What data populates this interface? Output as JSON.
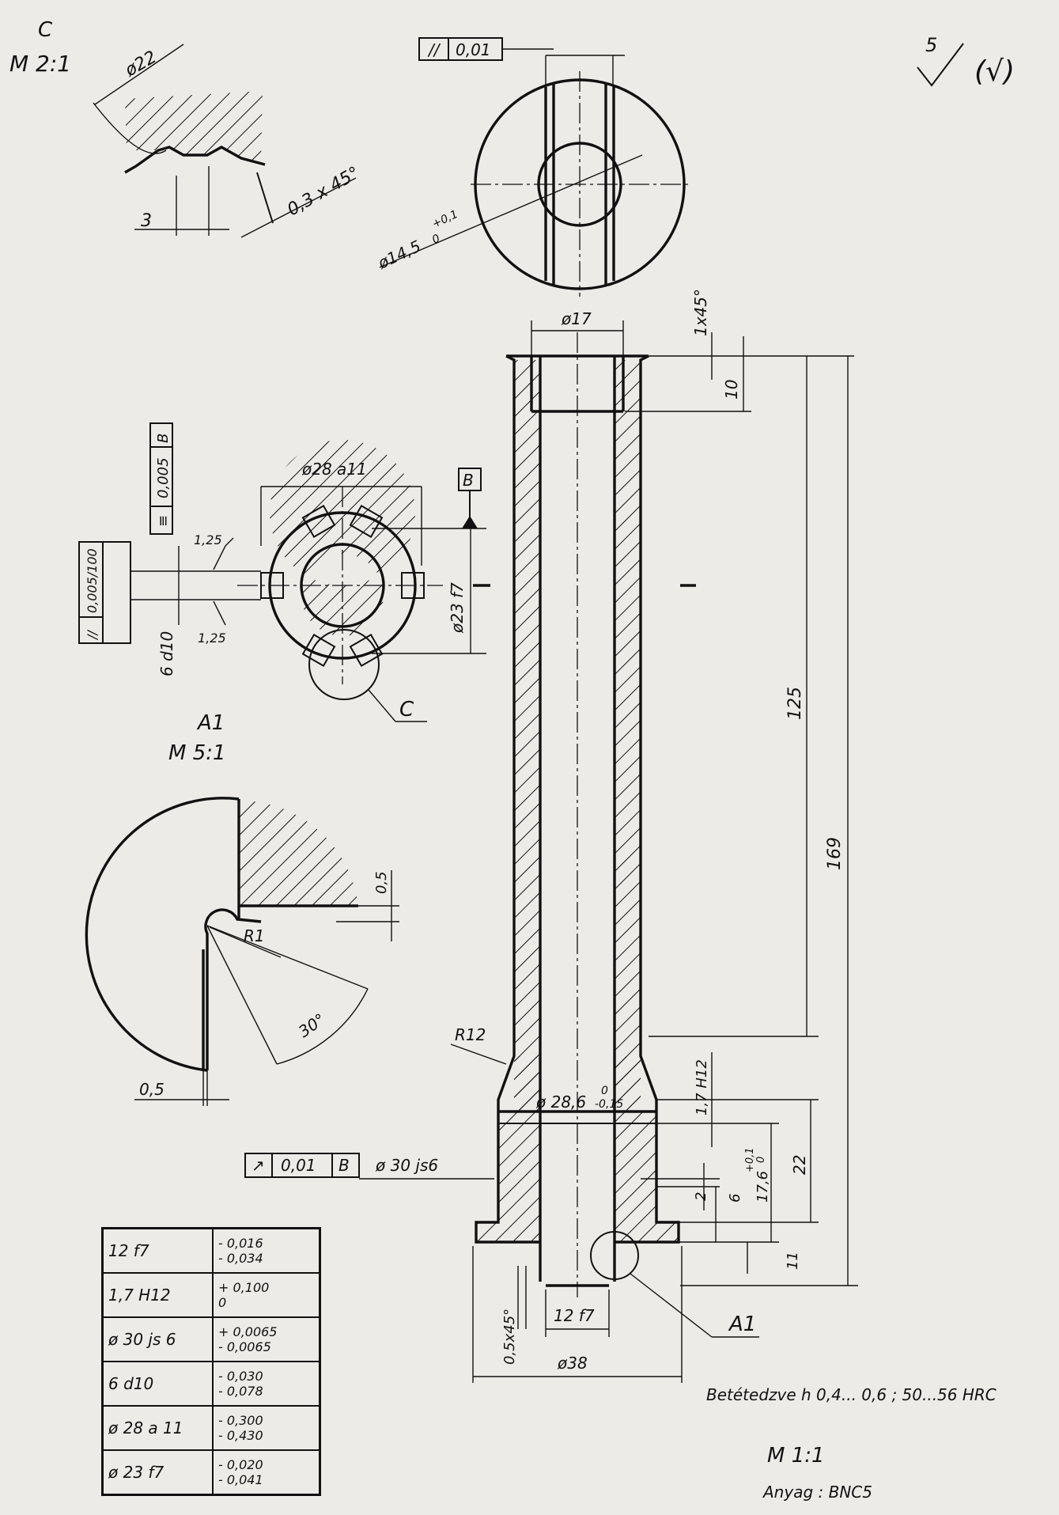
{
  "views": {
    "detail_c": {
      "label": "C",
      "scale": "M 2:1",
      "dia": "ø22",
      "chamfer": "0,3 x 45°",
      "width": "3"
    },
    "section_top": {
      "parallelism_symbol": "//",
      "parallelism": "0,01",
      "bore": "ø14,5",
      "bore_tol_upper": "+0,1",
      "bore_tol_lower": "0"
    },
    "roughness": {
      "value": "5",
      "general": "(√)"
    },
    "spline_section": {
      "outer_dia": "ø28 a11",
      "inner_dia": "ø23 f7",
      "datum": "B",
      "symmetry_symbol": "≡",
      "symmetry": "0,005",
      "symmetry_datum": "B",
      "parallel_symbol": "//",
      "parallel": "0,005/100",
      "key_width": "6 d10",
      "r_upper": "1,25",
      "r_lower": "1,25",
      "detail_ref": "C"
    },
    "detail_a1": {
      "label": "A1",
      "scale": "M 5:1",
      "depth": "0,5",
      "radius": "R1",
      "angle": "30°",
      "width": "0,5"
    },
    "main": {
      "bore_top": "ø17",
      "chamfer_top": "1x45°",
      "depth_top": "10",
      "len_mid": "125",
      "len_total": "169",
      "radius": "R12",
      "neck_dia": "ø 28,6",
      "neck_tol_upper": "0",
      "neck_tol_lower": "-0,15",
      "groove_w": "1,7 H12",
      "dim_22": "22",
      "dim_17_6": "17,6",
      "dim_17_6_upper": "+0,1",
      "dim_17_6_lower": "0",
      "dim_6": "6",
      "dim_2": "2",
      "dim_11": "11",
      "runout_symbol": "↗",
      "runout": "0,01",
      "runout_datum": "B",
      "collar_dia": "ø 30 js6",
      "chamfer_bottom": "0,5x45°",
      "bore_bottom": "12 f7",
      "outer_dia": "ø38",
      "detail_ref": "A1"
    }
  },
  "tolerances": [
    {
      "fit": "12 f7",
      "upper": "- 0,016",
      "lower": "- 0,034"
    },
    {
      "fit": "1,7 H12",
      "upper": "+ 0,100",
      "lower": "0"
    },
    {
      "fit": "ø 30 js 6",
      "upper": "+ 0,0065",
      "lower": "- 0,0065"
    },
    {
      "fit": "6 d10",
      "upper": "- 0,030",
      "lower": "- 0,078"
    },
    {
      "fit": "ø 28 a 11",
      "upper": "- 0,300",
      "lower": "- 0,430"
    },
    {
      "fit": "ø 23 f7",
      "upper": "- 0,020",
      "lower": "- 0,041"
    }
  ],
  "notes": {
    "hardening": "Betétedzve  h 0,4... 0,6 ; 50...56 HRC",
    "scale": "M 1:1",
    "material": "Anyag : BNC5"
  }
}
